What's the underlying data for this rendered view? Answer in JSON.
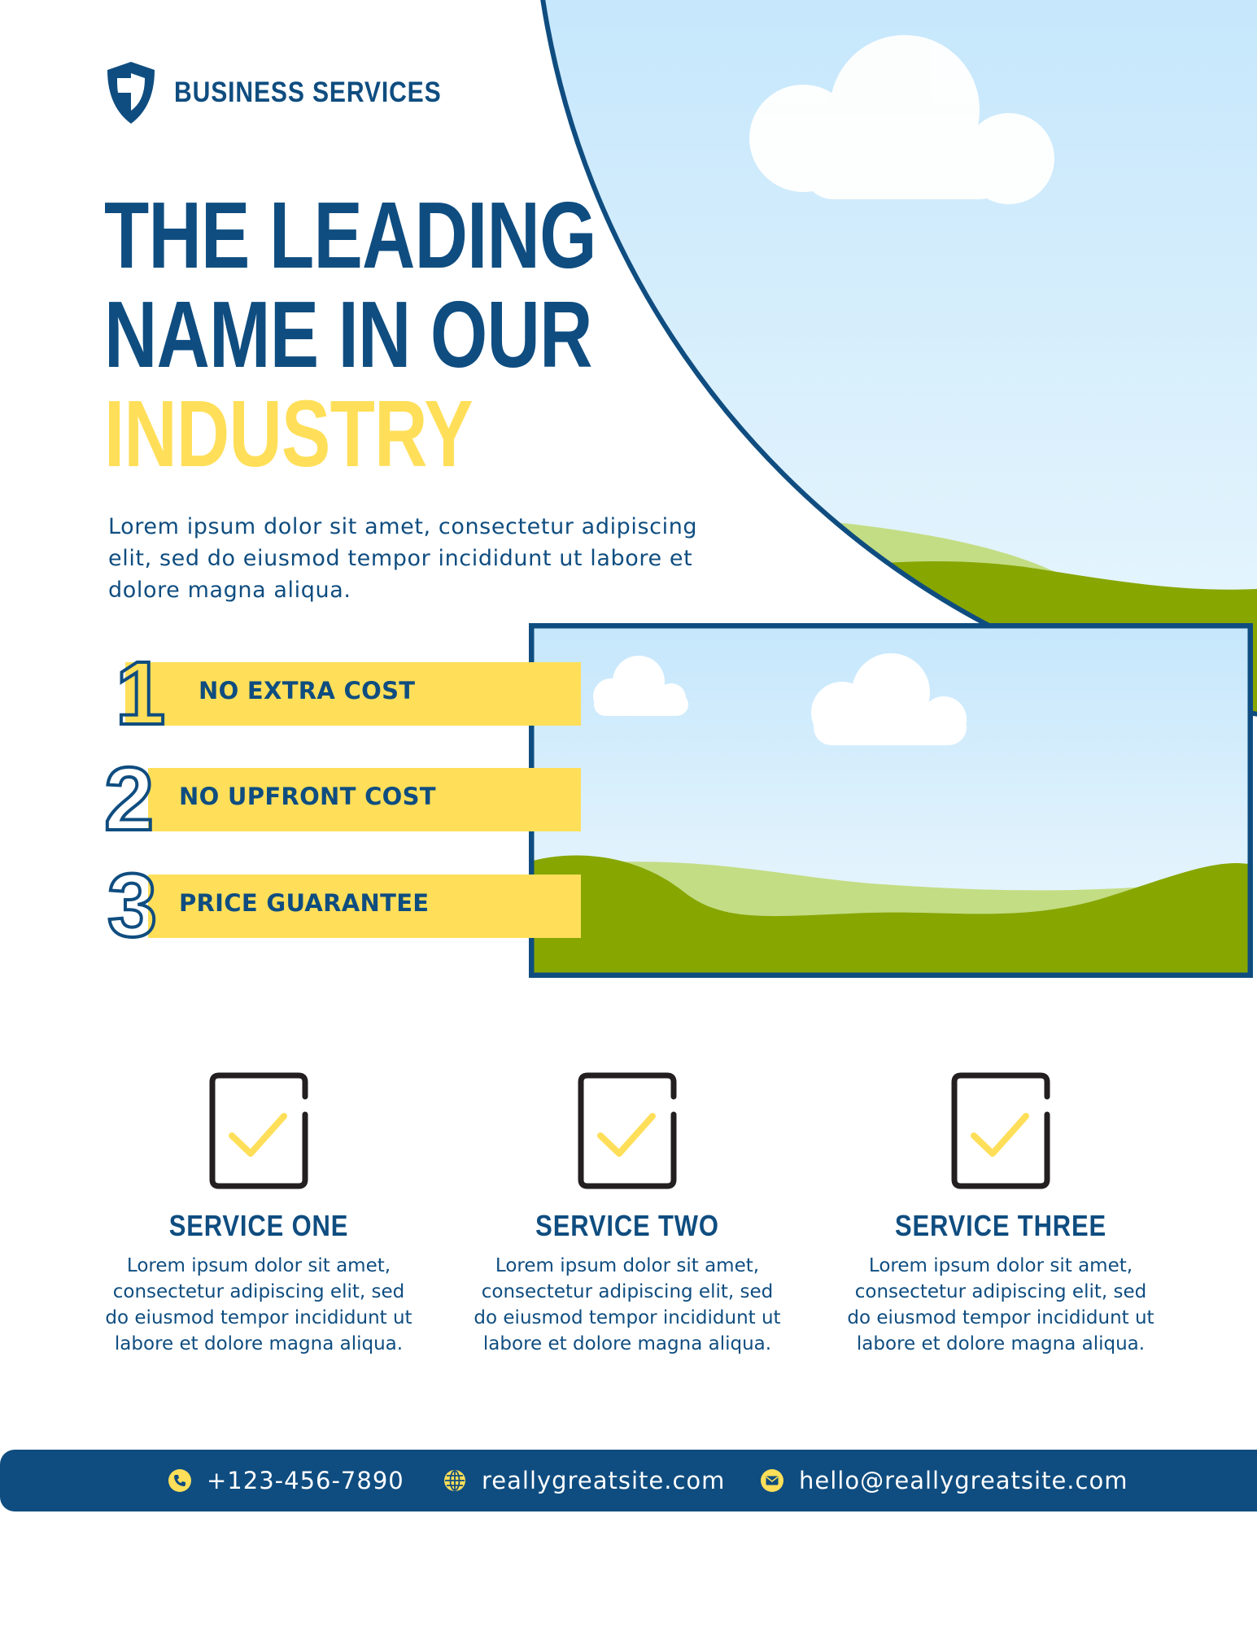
{
  "brand": {
    "name": "BUSINESS SERVICES",
    "logo_icon": "shield-icon"
  },
  "headline": {
    "lines": [
      "THE LEADING",
      "NAME IN OUR",
      "INDUSTRY"
    ],
    "accent_line_index": 2
  },
  "intro": {
    "text": "Lorem ipsum dolor sit amet, consectetur adipiscing elit, sed do eiusmod tempor incididunt ut labore et dolore magna aliqua."
  },
  "benefits": [
    {
      "number": "1",
      "label": "NO EXTRA COST"
    },
    {
      "number": "2",
      "label": "NO UPFRONT COST"
    },
    {
      "number": "3",
      "label": "PRICE GUARANTEE"
    }
  ],
  "services": [
    {
      "title": "SERVICE ONE",
      "description": "Lorem ipsum dolor sit amet, consectetur adipiscing elit, sed do eiusmod tempor incididunt ut labore et dolore magna aliqua.",
      "icon": "checkbox-icon"
    },
    {
      "title": "SERVICE TWO",
      "description": "Lorem ipsum dolor sit amet, consectetur adipiscing elit, sed do eiusmod tempor incididunt ut labore et dolore magna aliqua.",
      "icon": "checkbox-icon"
    },
    {
      "title": "SERVICE THREE",
      "description": "Lorem ipsum dolor sit amet, consectetur adipiscing elit, sed do eiusmod tempor incididunt ut labore et dolore magna aliqua.",
      "icon": "checkbox-icon"
    }
  ],
  "footer": {
    "phone": "+123-456-7890",
    "website": "reallygreatsite.com",
    "email": "hello@reallygreatsite.com",
    "phone_icon": "phone-icon",
    "website_icon": "globe-icon",
    "email_icon": "envelope-icon"
  },
  "colors": {
    "navy": "#0f4d80",
    "yellow": "#ffdf59",
    "sky": "#c9e9fb",
    "grass_dark": "#87a600",
    "grass_light": "#c3dd84",
    "white": "#ffffff"
  }
}
